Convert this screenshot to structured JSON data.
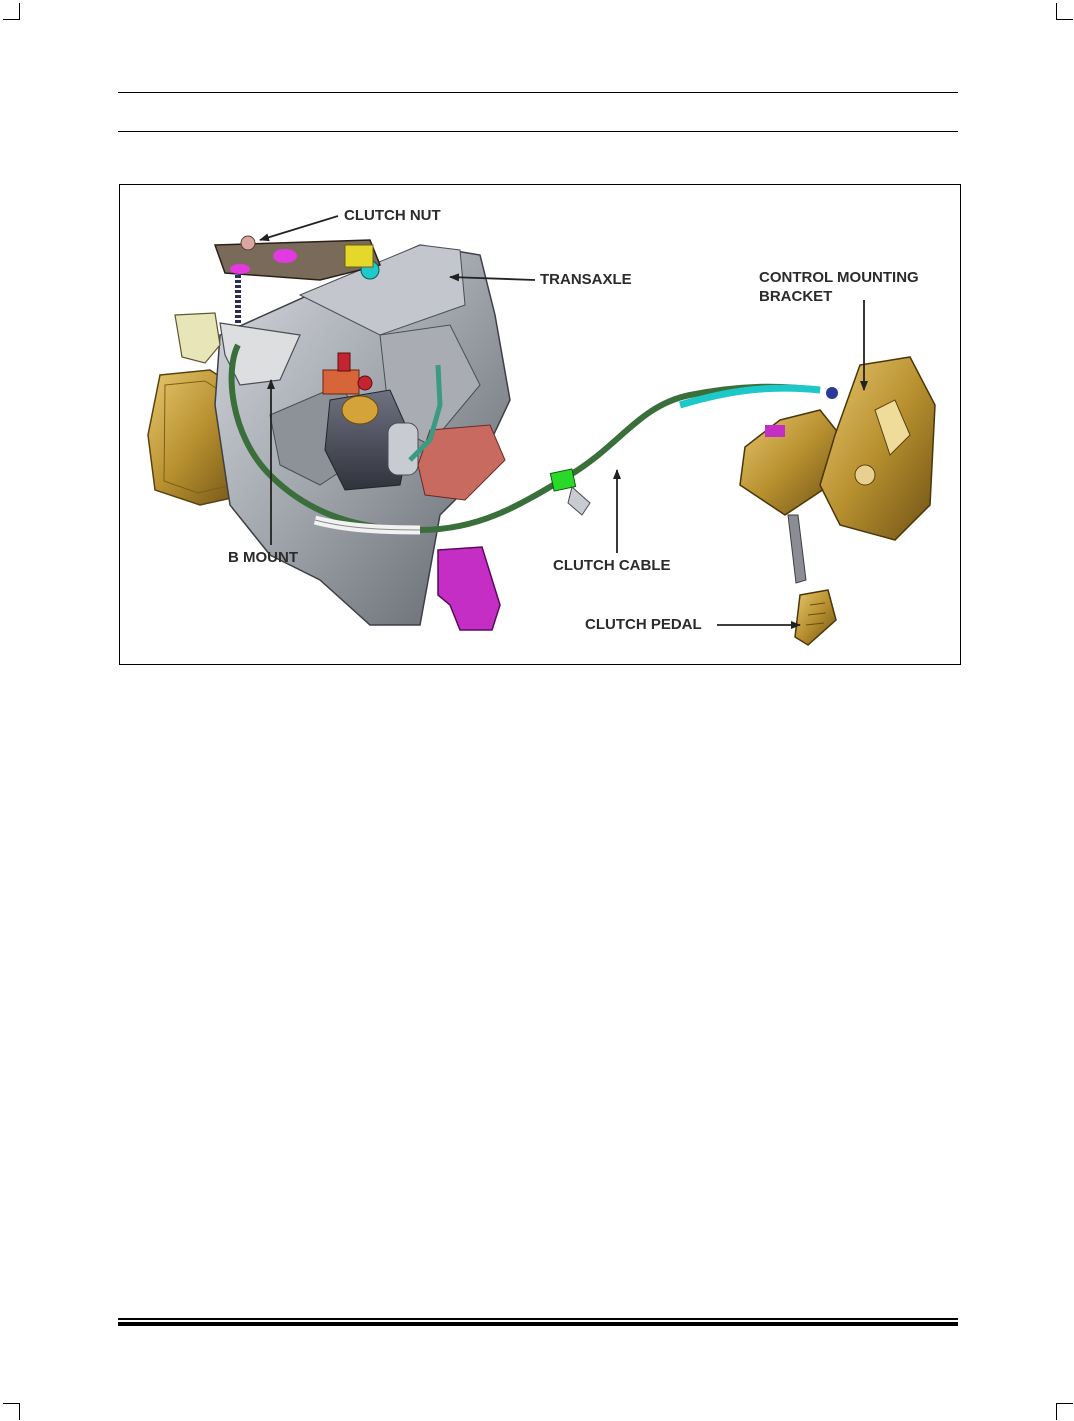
{
  "figure": {
    "labels": {
      "clutch_nut": "CLUTCH NUT",
      "transaxle": "TRANSAXLE",
      "control_mounting_bracket_line1": "CONTROL MOUNTING",
      "control_mounting_bracket_line2": "BRACKET",
      "b_mount": "B MOUNT",
      "clutch_cable": "CLUTCH CABLE",
      "clutch_pedal": "CLUTCH PEDAL"
    }
  }
}
